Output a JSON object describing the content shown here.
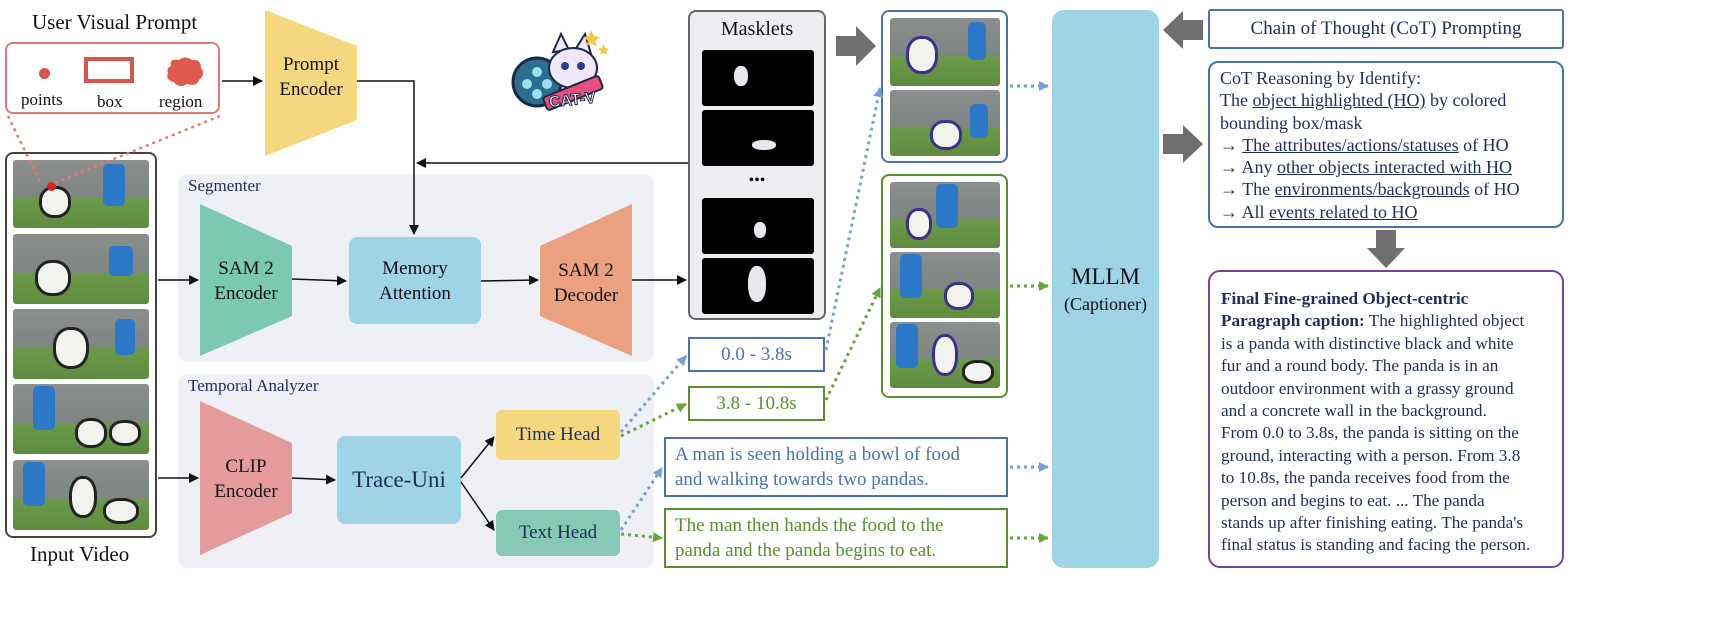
{
  "prompt": {
    "title": "User Visual Prompt",
    "points": "points",
    "box": "box",
    "region": "region"
  },
  "input_video": "Input Video",
  "prompt_encoder": [
    "Prompt",
    "Encoder"
  ],
  "logo_text": "CAT-V",
  "masklets": {
    "title": "Masklets",
    "dots": "•••"
  },
  "segmenter": {
    "title": "Segmenter",
    "encoder": [
      "SAM 2",
      "Encoder"
    ],
    "memory": [
      "Memory",
      "Attention"
    ],
    "decoder": [
      "SAM 2",
      "Decoder"
    ]
  },
  "temporal": {
    "title": "Temporal Analyzer",
    "clip": [
      "CLIP",
      "Encoder"
    ],
    "trace": "Trace-Uni",
    "time_head": "Time Head",
    "text_head": "Text Head"
  },
  "time1": "0.0 - 3.8s",
  "time2": "3.8 - 10.8s",
  "text1": [
    "A man is seen holding a bowl of food",
    "and walking towards two pandas."
  ],
  "text2": [
    "The man then hands the food to the",
    "panda and the panda begins to eat."
  ],
  "mllm": {
    "title": "MLLM",
    "sub": "(Captioner)"
  },
  "cot_prompt": "Chain of Thought (CoT) Prompting",
  "cot": {
    "l1": "CoT Reasoning by Identify:",
    "l2a": "The ",
    "l2b": "object highlighted (HO)",
    "l2c": " by colored",
    "l3": "bounding box/mask",
    "l4a": "→ ",
    "l4b": "The attributes/actions/statuses",
    "l4c": " of HO",
    "l5a": "→ Any ",
    "l5b": "other objects interacted with HO",
    "l6a": "→ The ",
    "l6b": "environments/backgrounds",
    "l6c": " of HO",
    "l7a": "→ All ",
    "l7b": "events related to HO"
  },
  "final": {
    "bold": "Final Fine-grained Object-centric Paragraph caption:",
    "lines": [
      "Final Fine-grained Object-centric",
      "Paragraph caption: The highlighted object",
      "is a panda with distinctive black and white",
      "fur and a round body. The panda is in an",
      "outdoor environment with a grassy ground",
      "and a concrete wall in the background.",
      "From 0.0 to 3.8s, the panda is sitting on the",
      "ground, interacting with a person. From 3.8",
      "to 10.8s, the panda receives food from the",
      "person and begins to eat. ... The panda",
      "stands up after finishing eating. The panda's",
      "final status is standing and facing the person."
    ]
  },
  "colors": {
    "blue_text": "#4a72b0",
    "green_text": "#5a8f2e",
    "purple_border": "#7b3fa8",
    "prompt_red": "#d9534f",
    "mllm": "#9fd3e6"
  }
}
